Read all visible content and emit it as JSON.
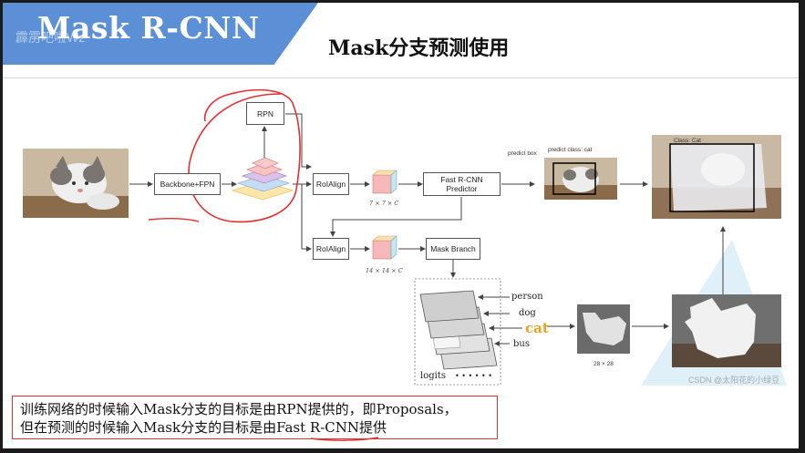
{
  "header": {
    "banner_title": "Mask R-CNN",
    "banner_watermark": "霹雳吧啦Wz",
    "slide_title": "Mask分支预测使用"
  },
  "diagram": {
    "rpn": "RPN",
    "backbone": "Backbone+FPN",
    "roialign_top": "RoIAlign",
    "roialign_bottom": "RoIAlign",
    "fast_rcnn_line1": "Fast R-CNN",
    "fast_rcnn_line2": "Predictor",
    "mask_branch": "Mask Branch",
    "size_7": "7 × 7 × C",
    "size_14": "14 × 14 × C",
    "predict_box": "predict box",
    "predict_class": "predict class: cat",
    "result_class": "Class: Cat",
    "class_person": "person",
    "class_dog": "dog",
    "class_cat": "cat",
    "class_bus": "bus",
    "logits": "logits",
    "dots": "• • • • • •",
    "mask_size": "28 × 28"
  },
  "caption": {
    "line1": "训练网络的时候输入Mask分支的目标是由RPN提供的，即Proposals，",
    "line2": "但在预测的时候输入Mask分支的目标是由Fast R-CNN提供"
  },
  "watermark": "CSDN @太阳花的小绿豆",
  "colors": {
    "banner": "#5b8fd6",
    "annotation_red": "#e03030",
    "cat_label": "#e8a020"
  }
}
